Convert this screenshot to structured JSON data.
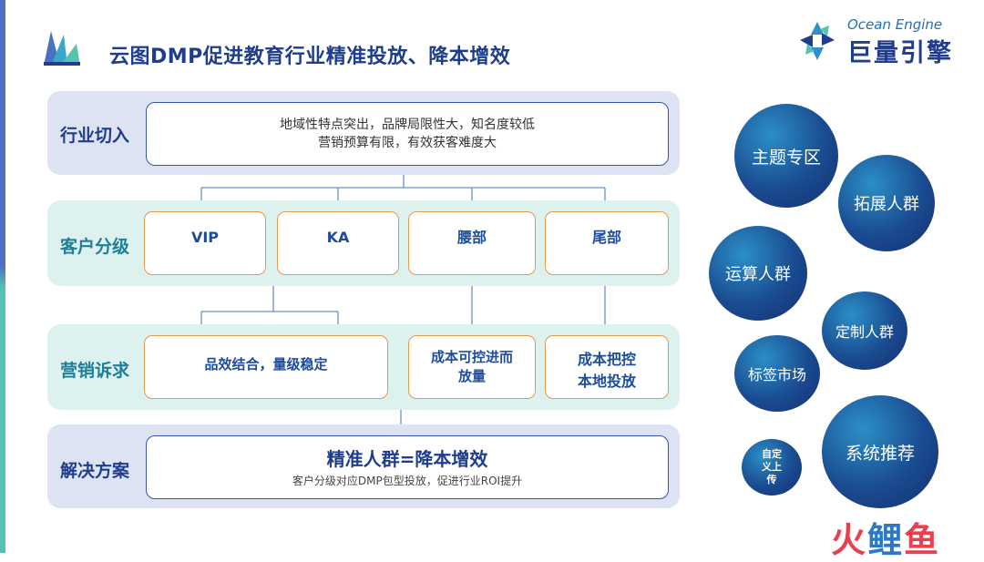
{
  "title": "云图DMP促进教育行业精准投放、降本增效",
  "brand": {
    "en": "Ocean Engine",
    "cn": "巨量引擎"
  },
  "rows": {
    "entry": {
      "label": "行业切入",
      "line1": "地域性特点突出，品牌局限性大，知名度较低",
      "line2": "营销预算有限，有效获客难度大"
    },
    "grading": {
      "label": "客户分级",
      "items": [
        "VIP",
        "KA",
        "腰部",
        "尾部"
      ]
    },
    "demand": {
      "label": "营销诉求",
      "item1": "品效结合，量级稳定",
      "item2_line1": "成本可控进而",
      "item2_line2": "放量",
      "item3_line1": "成本把控",
      "item3_line2": "本地投放"
    },
    "solution": {
      "label": "解决方案",
      "headline": "精准人群=降本增效",
      "sub": "客户分级对应DMP包型投放，促进行业ROI提升"
    }
  },
  "circles": {
    "c1": "主题专区",
    "c2": "拓展人群",
    "c3": "运算人群",
    "c4": "定制人群",
    "c5": "标签市场",
    "c6_line1": "自定",
    "c6_line2": "义上",
    "c6_line3": "传",
    "c7": "系统推荐"
  },
  "watermark": {
    "c1": "火",
    "c2": "鲤",
    "c3": "鱼"
  },
  "colors": {
    "navy": "#1e3d8a",
    "teal": "#1e7f96",
    "orange_border": "#e39a4e",
    "watermark_red": "#e8404c",
    "watermark_blue": "#2a79c8"
  }
}
